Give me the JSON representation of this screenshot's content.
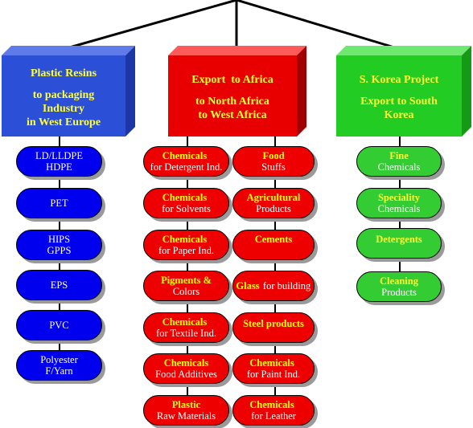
{
  "headers": [
    {
      "lines": [
        "Plastic Resins",
        "",
        "to packaging",
        "Industry",
        "in West Europe"
      ],
      "color": "#2b4fd6",
      "text_color": "#ffff33"
    },
    {
      "lines": [
        "Export  to Africa",
        "",
        "to North Africa",
        "to West Africa"
      ],
      "color": "#e80000",
      "text_color": "#ffff33"
    },
    {
      "lines": [
        "S. Korea Project",
        "",
        "Export to South",
        "Korea"
      ],
      "color": "#22cc22",
      "text_color": "#ffff33"
    }
  ],
  "plastic_items": [
    {
      "bold": "",
      "normal": "LD/LLDPE HDPE"
    },
    {
      "bold": "",
      "normal": "PET"
    },
    {
      "bold": "",
      "normal": "HIPS GPPS"
    },
    {
      "bold": "",
      "normal": "EPS"
    },
    {
      "bold": "",
      "normal": "PVC"
    },
    {
      "bold": "",
      "normal": "Polyester F/Yarn"
    }
  ],
  "africa_left_items": [
    {
      "bold": "Chemicals",
      "normal": "for Detergent Ind."
    },
    {
      "bold": "Chemicals",
      "normal": "for Solvents"
    },
    {
      "bold": "Chemicals",
      "normal": "for Paper Ind."
    },
    {
      "bold": "Pigments &",
      "normal": "Colors"
    },
    {
      "bold": "Chemicals",
      "normal": "for Textile Ind."
    },
    {
      "bold": "Chemicals",
      "normal": "Food Additives"
    },
    {
      "bold": "Plastic",
      "normal": "Raw Materials"
    }
  ],
  "africa_right_items": [
    {
      "bold": "Food",
      "normal": "Stuffs"
    },
    {
      "bold": "Agricultural",
      "normal": "Products"
    },
    {
      "bold": "Cements",
      "normal": ""
    },
    {
      "bold": "Glass",
      "normal": "for building"
    },
    {
      "bold": "Steel products",
      "normal": ""
    },
    {
      "bold": "Chemicals",
      "normal": "for Paint Ind."
    },
    {
      "bold": "Chemicals",
      "normal": "for Leather"
    }
  ],
  "korea_items": [
    {
      "bold": "Fine",
      "normal": "Chemicals"
    },
    {
      "bold": "Speciality",
      "normal": "Chemicals"
    },
    {
      "bold": "Detergents",
      "normal": ""
    },
    {
      "bold": "Cleaning",
      "normal": "Products"
    }
  ]
}
